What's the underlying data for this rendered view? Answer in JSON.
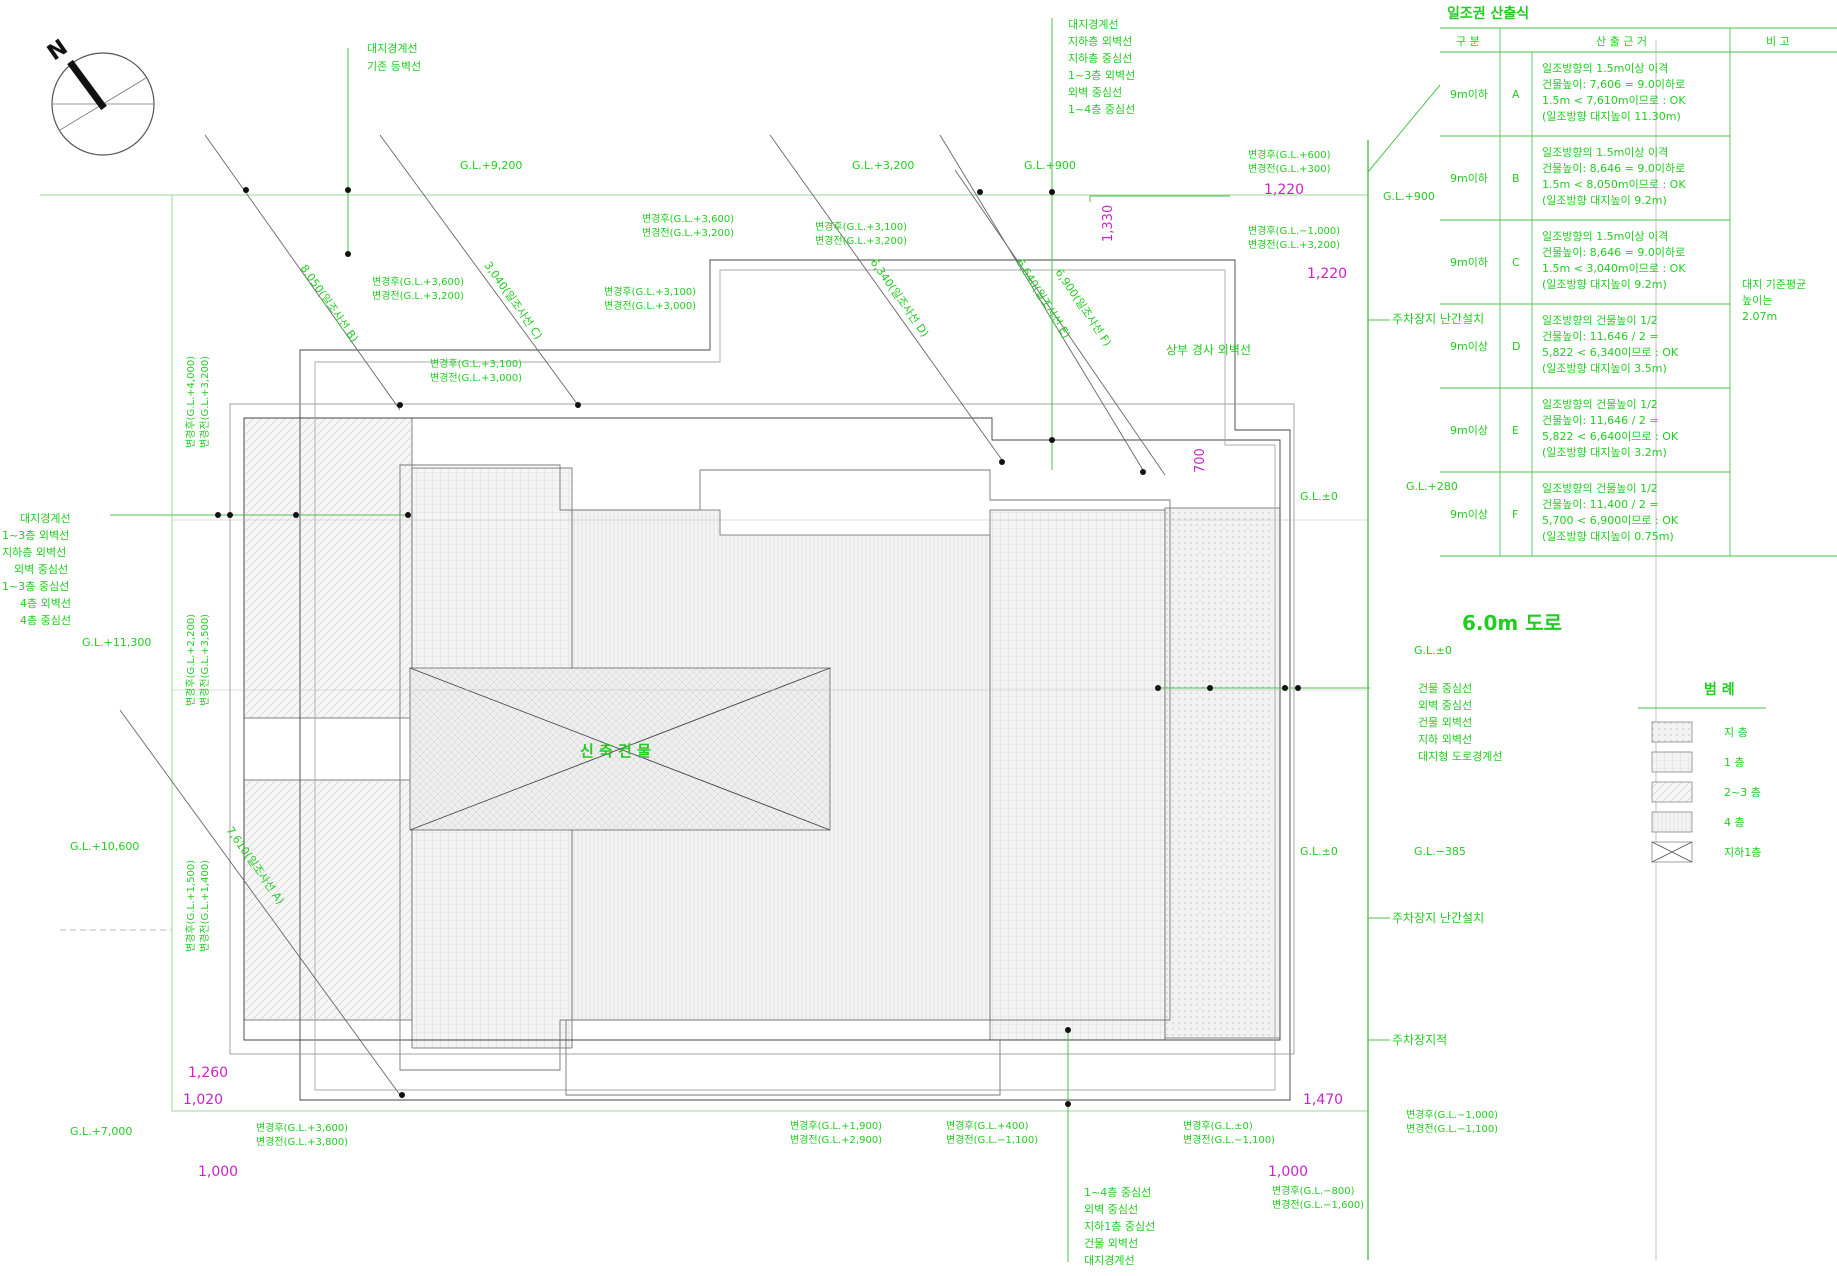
{
  "compass": {
    "north_label": "N"
  },
  "road_label": "6.0m 도로",
  "building_label": "신 축 건 물",
  "top_callout_left": [
    "대지경계선",
    "기존 등벽선"
  ],
  "top_callout_mid": [
    "대지경계선",
    "지하층 외벽선",
    "지하층 중심선",
    "1~3층 외벽선",
    "외벽 중심선",
    "1~4층 중심선"
  ],
  "left_callout": [
    "대지경계선",
    "1~3층 외벽선",
    "지하층 외벽선",
    "외벽 중심선",
    "1~3층 중심선",
    "4층 외벽선",
    "4층 중심선"
  ],
  "right_callout": [
    "건물 중심선",
    "외벽 중심선",
    "건물 외벽선",
    "지하 외벽선",
    "대지형 도로경계선"
  ],
  "bottom_callout": [
    "1~4층 중심선",
    "외벽 중심선",
    "지하1층 중심선",
    "건물 외벽선",
    "대지경계선"
  ],
  "gl_marks": {
    "top_a": "G.L.+9,200",
    "top_b": "G.L.+3,200",
    "top_c": "G.L.+900",
    "right_top": "G.L.+900",
    "right_mid1": "G.L.±0",
    "right_mid2": "G.L.+280",
    "right_road": "G.L.±0",
    "right_low1": "G.L.±0",
    "right_low2": "G.L.−385",
    "left_a": "G.L.+11,300",
    "left_b": "G.L.+10,600",
    "left_c": "G.L.+7,000"
  },
  "level_pairs": [
    [
      "변경후(G.L.+3,600)",
      "변경전(G.L.+3,200)"
    ],
    [
      "변경후(G.L.+3,100)",
      "변경전(G.L.+3,200)"
    ],
    [
      "변경후(G.L.+3,600)",
      "변경전(G.L.+3,200)"
    ],
    [
      "변경후(G.L.+3,100)",
      "변경전(G.L.+3,000)"
    ],
    [
      "변경후(G.L.+3,100)",
      "변경전(G.L.+3,000)"
    ],
    [
      "변경후(G.L.+600)",
      "변경전(G.L.+300)"
    ],
    [
      "변경후(G.L.−1,000)",
      "변경전(G.L.+3,200)"
    ],
    [
      "변경후(G.L.+3,600)",
      "변경전(G.L.+3,800)"
    ],
    [
      "변경후(G.L.+1,900)",
      "변경전(G.L.+2,900)"
    ],
    [
      "변경후(G.L.+400)",
      "변경전(G.L.−1,100)"
    ],
    [
      "변경후(G.L.±0)",
      "변경전(G.L.−1,100)"
    ],
    [
      "변경후(G.L.−1,000)",
      "변경전(G.L.−1,100)"
    ],
    [
      "변경후(G.L.−800)",
      "변경전(G.L.−1,600)"
    ]
  ],
  "vertical_levels": [
    [
      "변경후(G.L.+4,000)",
      "변경전(G.L.+3,200)"
    ],
    [
      "변경후(G.L.+2,200)",
      "변경전(G.L.+3,500)"
    ],
    [
      "변경후(G.L.+1,500)",
      "변경전(G.L.+1,400)"
    ]
  ],
  "sightlines": [
    "8,050(일조사선 B)",
    "3,040(일조사선 C)",
    "6,340(일조사선 D)",
    "6,640(일조사선 E)",
    "6,900(일조사선 F)",
    "7,610(일조사선 A)"
  ],
  "upper_note": "상부 경사 외벽선",
  "right_notes": [
    "주차장지 난간설치",
    "주차장지 난간설치",
    "주차장지적"
  ],
  "dims": {
    "top_right": "1,220",
    "right_upper": "1,220",
    "v_top": "1,330",
    "v_mid": "700",
    "bl_1": "1,260",
    "bl_2": "1,020",
    "bottom_left": "1,000",
    "bottom_right": "1,000",
    "br": "1,470"
  },
  "table": {
    "title": "일조권 산출식",
    "headers": [
      "구 분",
      "산 출 근 거",
      "비 고"
    ],
    "rows": [
      {
        "cond": "9m이하",
        "key": "A",
        "lines": [
          "일조방향의 1.5m이상 이격",
          "건물높이: 7,606 = 9.0이하로",
          "1.5m < 7,610m이므로 : OK",
          "(일조방향 대지높이 11.30m)"
        ]
      },
      {
        "cond": "9m이하",
        "key": "B",
        "lines": [
          "일조방향의 1.5m이상 이격",
          "건물높이: 8,646 = 9.0이하로",
          "1.5m < 8,050m이므로 : OK",
          "(일조방향 대지높이 9.2m)"
        ]
      },
      {
        "cond": "9m이하",
        "key": "C",
        "lines": [
          "일조방향의 1.5m이상 이격",
          "건물높이: 8,646 = 9.0이하로",
          "1.5m < 3,040m이므로 : OK",
          "(일조방향 대지높이 9.2m)"
        ]
      },
      {
        "cond": "9m이상",
        "key": "D",
        "lines": [
          "일조방향의 건물높이 1/2",
          "건물높이: 11,646 / 2 =",
          "5,822 < 6,340이므로 : OK",
          "(일조방향 대지높이 3.5m)"
        ]
      },
      {
        "cond": "9m이상",
        "key": "E",
        "lines": [
          "일조방향의 건물높이 1/2",
          "건물높이: 11,646 / 2 =",
          "5,822 < 6,640이므로 : OK",
          "(일조방향 대지높이 3.2m)"
        ]
      },
      {
        "cond": "9m이상",
        "key": "F",
        "lines": [
          "일조방향의 건물높이 1/2",
          "건물높이: 11,400 / 2 =",
          "5,700 < 6,900이므로 : OK",
          "(일조방향 대지높이 0.75m)"
        ]
      }
    ],
    "remark": [
      "대지 기준평균",
      "높이는",
      "2.07m"
    ]
  },
  "legend": {
    "title": "범 례",
    "items": [
      "지 층",
      "1 층",
      "2~3 층",
      "4 층",
      "지하1층"
    ]
  }
}
